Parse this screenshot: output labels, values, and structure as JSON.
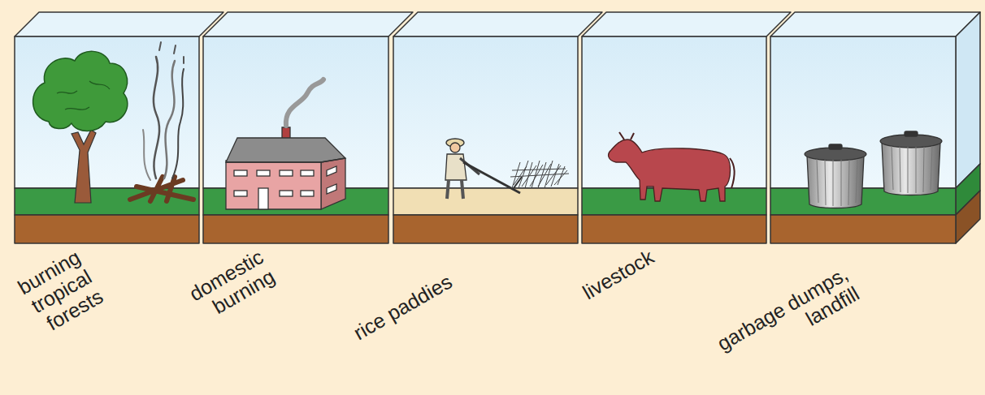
{
  "diagram": {
    "labels": [
      "burning tropical forests",
      "domestic burning",
      "rice paddies",
      "livestock",
      "garbage dumps, landfill"
    ]
  }
}
